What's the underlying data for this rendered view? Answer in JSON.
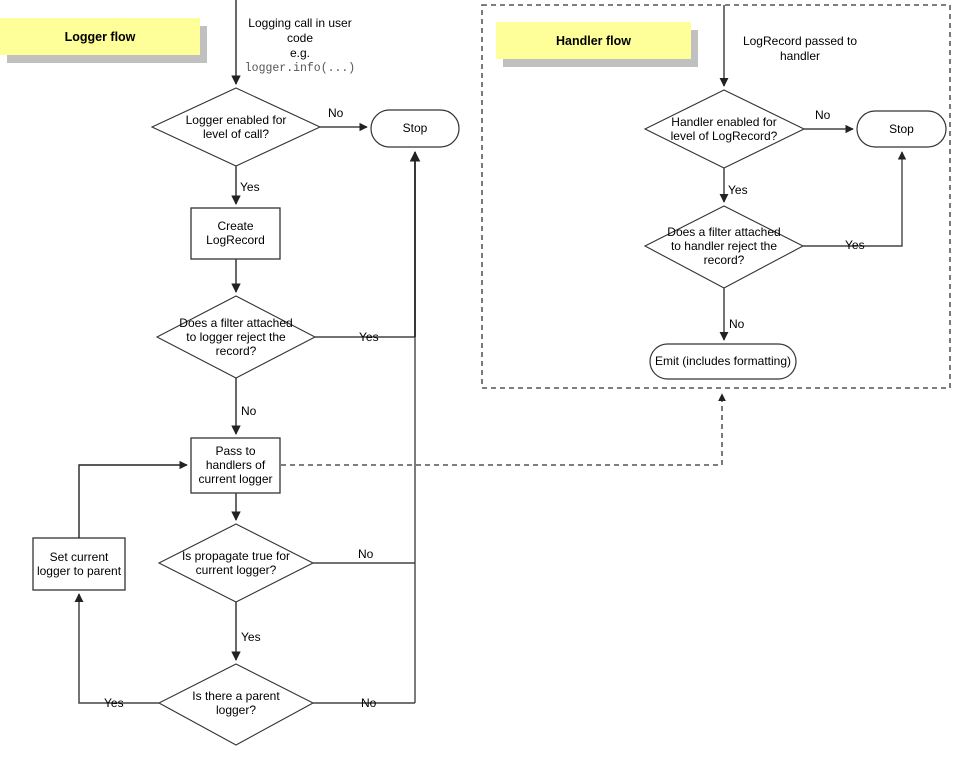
{
  "diagram": {
    "title_banners": [
      {
        "name": "logger-flow-banner",
        "label": "Logger flow",
        "color": "#ffff99"
      },
      {
        "name": "handler-flow-banner",
        "label": "Handler flow",
        "color": "#ffff99"
      }
    ],
    "free_text": [
      {
        "name": "logging-call-caption",
        "line1": "Logging call in user",
        "line2": "code",
        "line3": "e.g.",
        "code": "logger.info(...)"
      },
      {
        "name": "logrecord-passed-caption",
        "line1": "LogRecord passed to",
        "line2": "handler"
      }
    ],
    "logger_flow": {
      "nodes": [
        {
          "id": "logger-enabled",
          "shape": "decision",
          "text": "Logger enabled for\nlevel of call?"
        },
        {
          "id": "stop-logger",
          "shape": "terminator",
          "text": "Stop"
        },
        {
          "id": "create-logrecord",
          "shape": "process",
          "text": "Create\nLogRecord"
        },
        {
          "id": "logger-filter",
          "shape": "decision",
          "text": "Does a filter attached\nto logger reject the\nrecord?"
        },
        {
          "id": "pass-to-handlers",
          "shape": "process",
          "text": "Pass to\nhandlers of\ncurrent logger"
        },
        {
          "id": "is-propagate",
          "shape": "decision",
          "text": "Is propagate true for\ncurrent logger?"
        },
        {
          "id": "set-current-logger",
          "shape": "process",
          "text": "Set current\nlogger to parent"
        },
        {
          "id": "is-parent",
          "shape": "decision",
          "text": "Is there a parent\nlogger?"
        }
      ],
      "edge_labels": [
        {
          "id": "logger-enabled-no",
          "text": "No"
        },
        {
          "id": "logger-enabled-yes",
          "text": "Yes"
        },
        {
          "id": "logger-filter-yes",
          "text": "Yes"
        },
        {
          "id": "logger-filter-no",
          "text": "No"
        },
        {
          "id": "is-propagate-no",
          "text": "No"
        },
        {
          "id": "is-propagate-yes",
          "text": "Yes"
        },
        {
          "id": "is-parent-yes",
          "text": "Yes"
        },
        {
          "id": "is-parent-no",
          "text": "No"
        }
      ]
    },
    "handler_flow": {
      "container": {
        "id": "handler-flow-region",
        "border": "dashed"
      },
      "nodes": [
        {
          "id": "handler-enabled",
          "shape": "decision",
          "text": "Handler enabled for\nlevel of LogRecord?"
        },
        {
          "id": "stop-handler",
          "shape": "terminator",
          "text": "Stop"
        },
        {
          "id": "handler-filter",
          "shape": "decision",
          "text": "Does a filter attached\nto handler reject the\nrecord?"
        },
        {
          "id": "emit",
          "shape": "terminator",
          "text": "Emit (includes formatting)"
        }
      ],
      "edge_labels": [
        {
          "id": "handler-enabled-no",
          "text": "No"
        },
        {
          "id": "handler-enabled-yes",
          "text": "Yes"
        },
        {
          "id": "handler-filter-yes",
          "text": "Yes"
        },
        {
          "id": "handler-filter-no",
          "text": "No"
        }
      ]
    },
    "colors": {
      "stroke": "#333333",
      "banner_fill": "#ffff99",
      "banner_shadow": "#c0c0c0",
      "node_fill": "#ffffff",
      "text": "#000000"
    }
  }
}
